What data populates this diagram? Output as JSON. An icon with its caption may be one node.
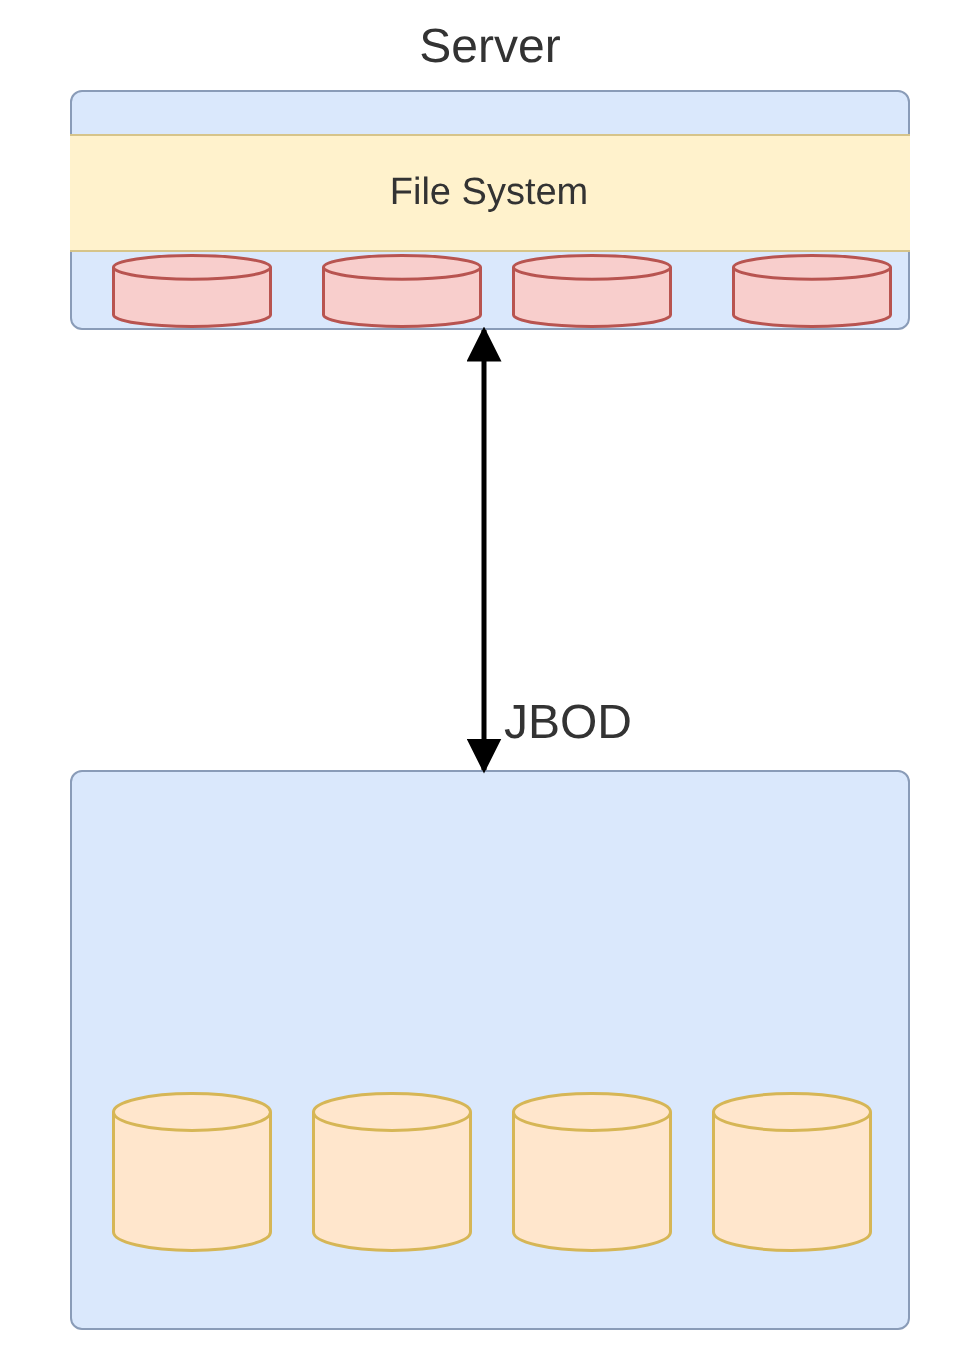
{
  "diagram": {
    "nodes": [
      {
        "text": [
          "Server"
        ]
      },
      {
        "text": [
          "File System"
        ],
        "in": 0
      },
      {
        "text": [],
        "shape": "cylinder",
        "in": 0
      },
      {
        "text": [],
        "shape": "cylinder",
        "in": 0
      },
      {
        "text": [],
        "shape": "cylinder",
        "in": 0
      },
      {
        "text": [],
        "shape": "cylinder",
        "in": 0
      },
      {
        "text": [
          "JBOD"
        ]
      },
      {
        "text": [],
        "shape": "cylinder",
        "in": 6
      },
      {
        "text": [],
        "shape": "cylinder",
        "in": 6
      },
      {
        "text": [],
        "shape": "cylinder",
        "in": 6
      },
      {
        "text": [],
        "shape": "cylinder",
        "in": 6
      }
    ],
    "edges": [
      {
        "from": 0,
        "to": 6,
        "arrow": "both"
      }
    ]
  }
}
